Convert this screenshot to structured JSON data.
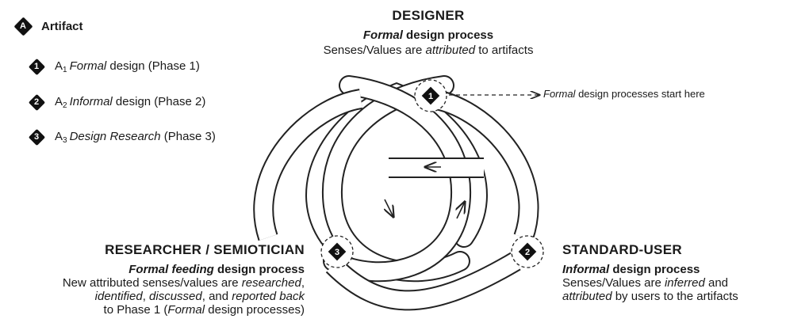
{
  "legend": {
    "marker": "A",
    "title": "Artifact",
    "items": [
      {
        "num": "1",
        "prefix": "A",
        "sub": "1",
        "emph": "Formal",
        "rest": " design (Phase 1)"
      },
      {
        "num": "2",
        "prefix": "A",
        "sub": "2",
        "emph": "Informal",
        "rest": " design (Phase 2)"
      },
      {
        "num": "3",
        "prefix": "A",
        "sub": "3",
        "emph": "Design Research",
        "rest": " (Phase 3)"
      }
    ]
  },
  "designer": {
    "title": "DESIGNER",
    "process_emph": "Formal",
    "process_rest": " design process",
    "desc_pre": "Senses/Values are ",
    "desc_emph": "attributed",
    "desc_post": " to artifacts"
  },
  "start_note": {
    "emph": "Formal",
    "rest": " design processes start here"
  },
  "researcher": {
    "title": "RESEARCHER / SEMIOTICIAN",
    "process_emph": "Formal feeding",
    "process_rest": " design process",
    "line1_pre": "New attributed senses/values are ",
    "line1_emph": "researched",
    "line1_post": ",",
    "line2_emph1": "identified",
    "line2_mid1": ", ",
    "line2_emph2": "discussed",
    "line2_mid2": ", and ",
    "line2_emph3": "reported back",
    "line3_pre": "to Phase 1 (",
    "line3_emph": "Formal",
    "line3_post": " design processes)"
  },
  "user": {
    "title": "STANDARD-USER",
    "process_emph": "Informal",
    "process_rest": " design process",
    "line1_pre": "Senses/Values are ",
    "line1_emph": "inferred",
    "line1_post": " and",
    "line2_emph": "attributed",
    "line2_post": " by users to the artifacts"
  },
  "nodes": [
    {
      "num": "1",
      "phase": "Phase 1"
    },
    {
      "num": "2",
      "phase": "Phase 2"
    },
    {
      "num": "3",
      "phase": "Phase 3"
    }
  ]
}
